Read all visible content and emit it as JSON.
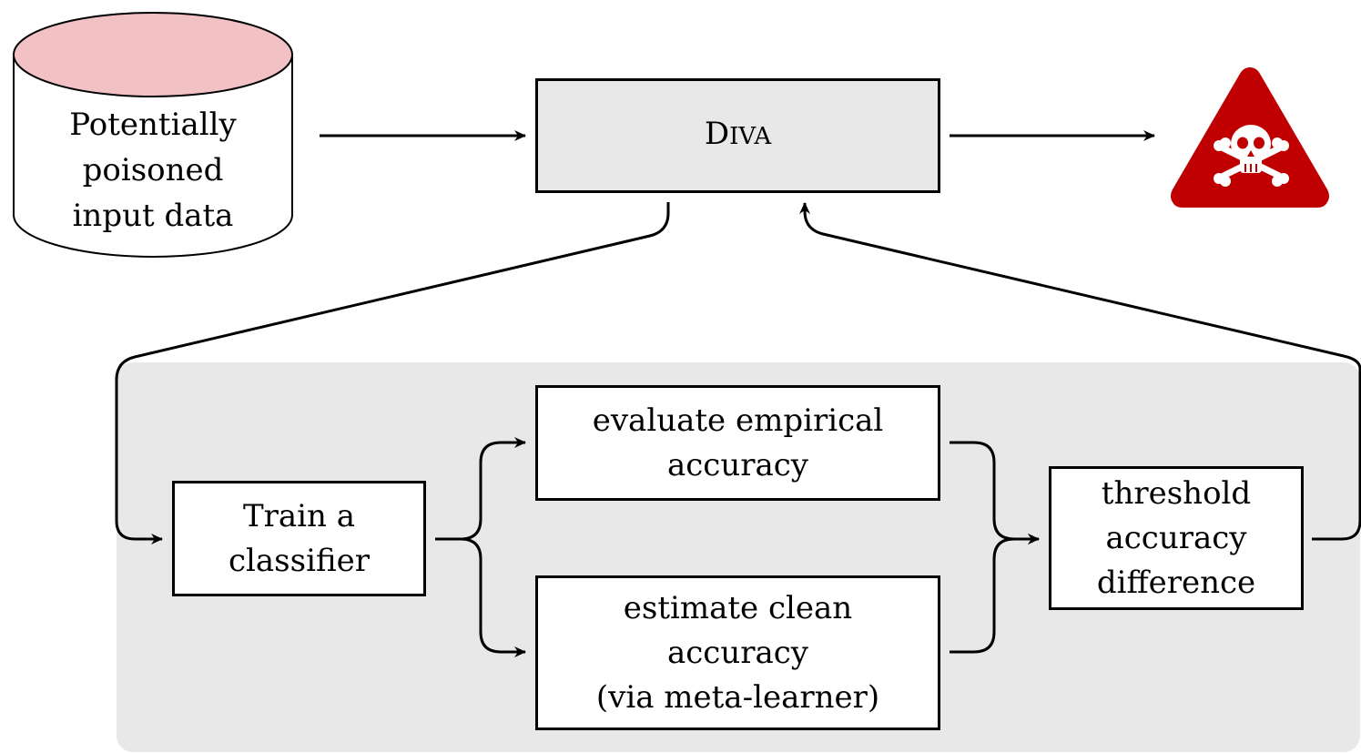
{
  "input": {
    "lines": [
      "Potentially",
      "poisoned",
      "input data"
    ],
    "top_color": "#f2c1c3"
  },
  "diva": {
    "first": "D",
    "rest": "IVA"
  },
  "warning": {
    "icon": "skull-crossbones-warning-icon",
    "color": "#c00000"
  },
  "train": {
    "lines": [
      "Train a",
      "classifier"
    ]
  },
  "evaluate": {
    "lines": [
      "evaluate empirical",
      "accuracy"
    ]
  },
  "estimate": {
    "lines": [
      "estimate clean",
      "accuracy",
      "(via meta-learner)"
    ]
  },
  "threshold": {
    "lines": [
      "threshold",
      "accuracy",
      "difference"
    ]
  },
  "panel_color": "#e8e8e8"
}
